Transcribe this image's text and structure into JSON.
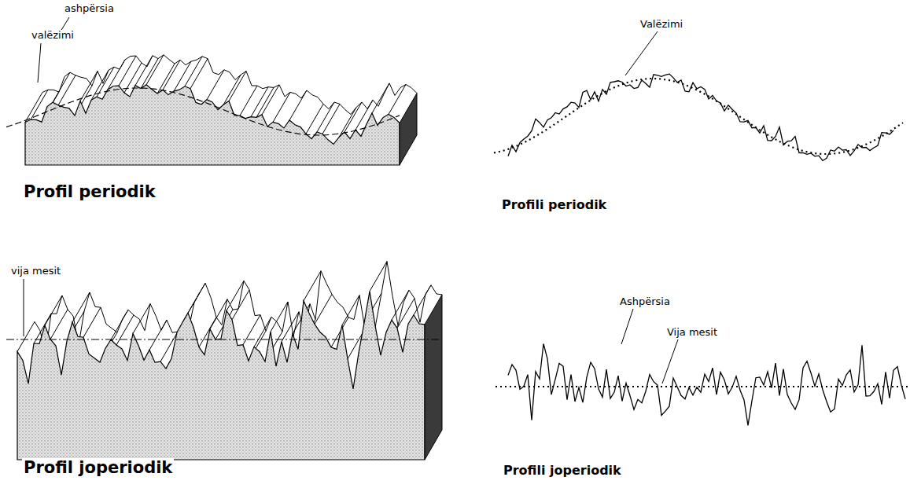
{
  "diagram": {
    "labels": [
      "ashpërsia",
      "valëzimi",
      "Profil periodik",
      "Valëzimi",
      "Profili periodik",
      "vija mesit",
      "Profil joperiodik",
      "Ashpërsia",
      "Vija mesit",
      "Profili joperiodik"
    ]
  }
}
